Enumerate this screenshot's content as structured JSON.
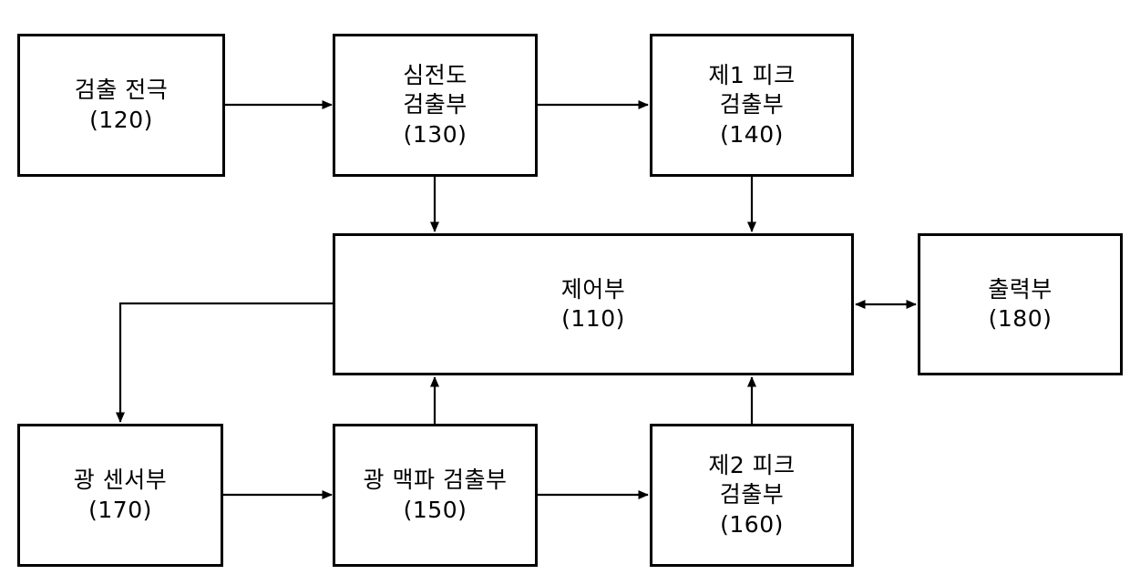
{
  "diagram": {
    "type": "block-diagram",
    "background_color": "#ffffff",
    "line_color": "#000000",
    "text_color": "#000000",
    "nodes": [
      {
        "id": "120",
        "label": "검출 전극",
        "ref": "(120)",
        "label_lines": [
          "검출 전극"
        ]
      },
      {
        "id": "130",
        "label": "심전도 검출부",
        "ref": "(130)",
        "label_lines": [
          "심전도",
          "검출부"
        ]
      },
      {
        "id": "140",
        "label": "제1 피크 검출부",
        "ref": "(140)",
        "label_lines": [
          "제1 피크",
          "검출부"
        ]
      },
      {
        "id": "110",
        "label": "제어부",
        "ref": "(110)",
        "label_lines": [
          "제어부"
        ]
      },
      {
        "id": "180",
        "label": "출력부",
        "ref": "(180)",
        "label_lines": [
          "출력부"
        ]
      },
      {
        "id": "170",
        "label": "광 센서부",
        "ref": "(170)",
        "label_lines": [
          "광 센서부"
        ]
      },
      {
        "id": "150",
        "label": "광 맥파 검출부",
        "ref": "(150)",
        "label_lines": [
          "광 맥파 검출부"
        ]
      },
      {
        "id": "160",
        "label": "제2 피크 검출부",
        "ref": "(160)",
        "label_lines": [
          "제2 피크",
          "검출부"
        ]
      }
    ],
    "connectors": [
      {
        "id": "c-120-130",
        "from": "120",
        "to": "130",
        "direction": "right",
        "arrowheads": "single"
      },
      {
        "id": "c-130-140",
        "from": "130",
        "to": "140",
        "direction": "right",
        "arrowheads": "single"
      },
      {
        "id": "c-130-110",
        "from": "130",
        "to": "110",
        "direction": "down",
        "arrowheads": "single"
      },
      {
        "id": "c-140-110",
        "from": "140",
        "to": "110",
        "direction": "down",
        "arrowheads": "single"
      },
      {
        "id": "c-110-180",
        "from": "110",
        "to": "180",
        "direction": "bidirectional",
        "arrowheads": "double"
      },
      {
        "id": "c-110-170",
        "from": "110",
        "to": "170",
        "direction": "elbow-down-left",
        "arrowheads": "single"
      },
      {
        "id": "c-170-150",
        "from": "170",
        "to": "150",
        "direction": "right",
        "arrowheads": "single"
      },
      {
        "id": "c-150-160",
        "from": "150",
        "to": "160",
        "direction": "right",
        "arrowheads": "single"
      },
      {
        "id": "c-150-110",
        "from": "150",
        "to": "110",
        "direction": "up",
        "arrowheads": "single"
      },
      {
        "id": "c-160-110",
        "from": "160",
        "to": "110",
        "direction": "up",
        "arrowheads": "single"
      }
    ]
  }
}
